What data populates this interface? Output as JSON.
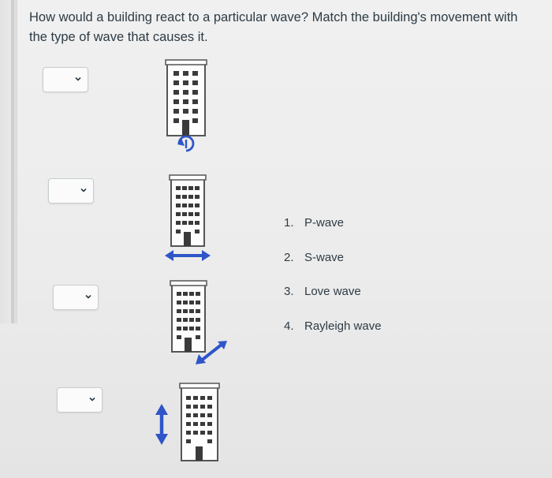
{
  "question": {
    "prompt": "How would a building react to a particular wave? Match the building's movement with the type of wave that causes it."
  },
  "matches": [
    {
      "movement_icon": "rotate-arrow-icon",
      "selected": ""
    },
    {
      "movement_icon": "horizontal-arrow-icon",
      "selected": ""
    },
    {
      "movement_icon": "diagonal-arrow-icon",
      "selected": ""
    },
    {
      "movement_icon": "vertical-arrow-icon",
      "selected": ""
    }
  ],
  "answers": [
    {
      "number": "1.",
      "label": "P-wave"
    },
    {
      "number": "2.",
      "label": "S-wave"
    },
    {
      "number": "3.",
      "label": "Love wave"
    },
    {
      "number": "4.",
      "label": "Rayleigh wave"
    }
  ],
  "colors": {
    "arrow": "#2f55c8",
    "building": "#555555",
    "text": "#2d3b45"
  }
}
